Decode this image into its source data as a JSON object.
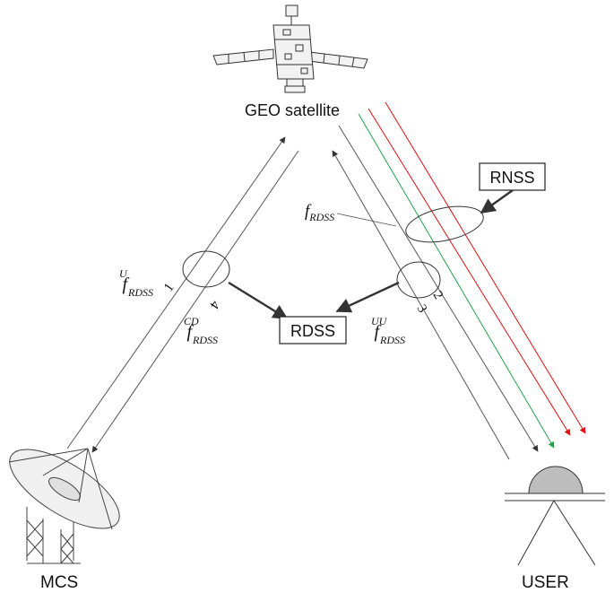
{
  "nodes": {
    "satellite": "GEO satellite",
    "mcs": "MCS",
    "user": "USER",
    "rnss": "RNSS",
    "rdss": "RDSS"
  },
  "frequencies": {
    "rdss_user_down": {
      "base": "f",
      "sub": "RDSS",
      "sup": ""
    },
    "rdss_uplink": {
      "base": "f",
      "sub": "RDSS",
      "sup": "U"
    },
    "rdss_center_down": {
      "base": "f",
      "sub": "RDSS",
      "sup": "CD"
    },
    "rdss_user_up": {
      "base": "f",
      "sub": "RDSS",
      "sup": "UU"
    }
  },
  "link_numbers": [
    "1",
    "2",
    "3",
    "4"
  ],
  "colors": {
    "link_line": "#555555",
    "rnss_green": "#22a34a",
    "rnss_red": "#e01010",
    "callout": "#333333"
  }
}
